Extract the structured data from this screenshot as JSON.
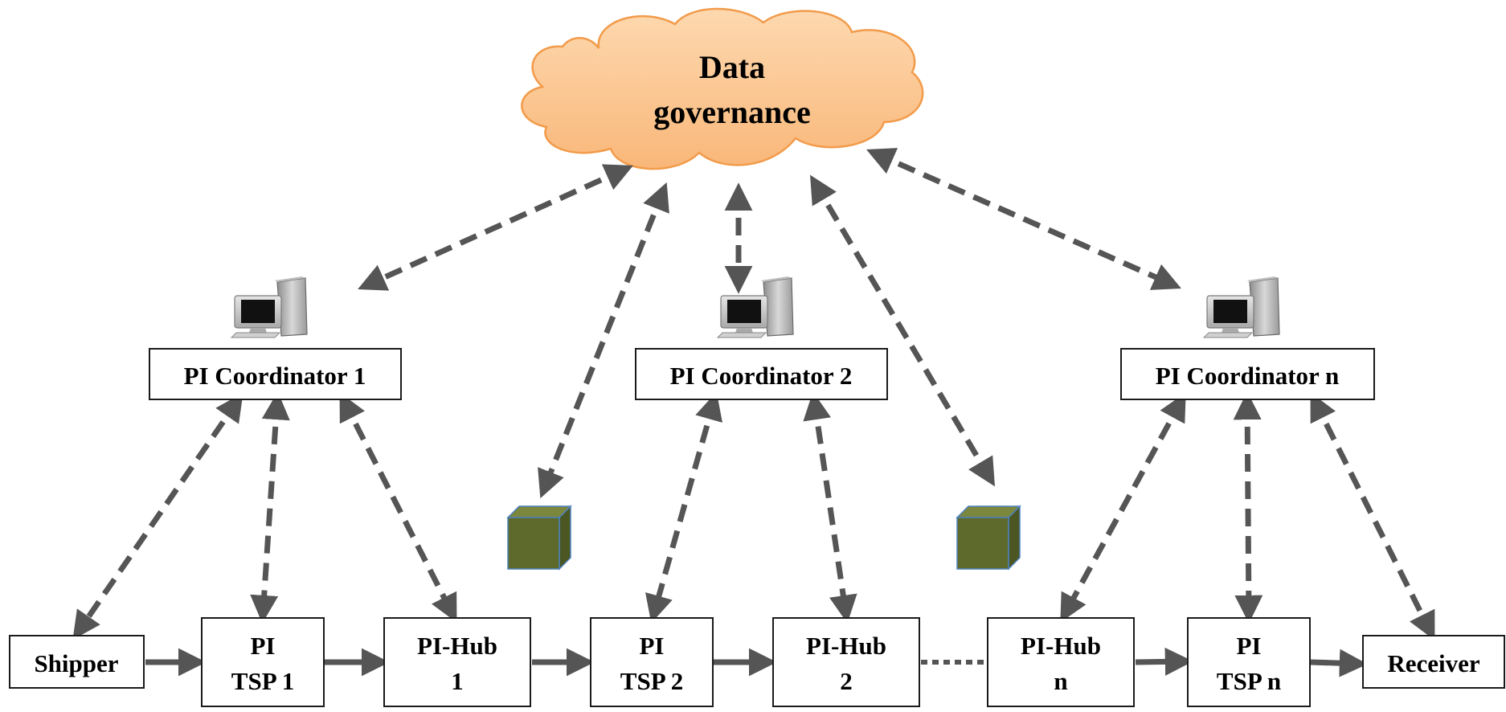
{
  "cloud": {
    "line1": "Data",
    "line2": "governance"
  },
  "coordinators": [
    {
      "label": "PI Coordinator 1"
    },
    {
      "label": "PI Coordinator 2"
    },
    {
      "label": "PI Coordinator n"
    }
  ],
  "chain": {
    "shipper": "Shipper",
    "tsp1": {
      "line1": "PI",
      "line2": "TSP 1"
    },
    "hub1": {
      "line1": "PI-Hub",
      "line2": "1"
    },
    "tsp2": {
      "line1": "PI",
      "line2": "TSP 2"
    },
    "hub2": {
      "line1": "PI-Hub",
      "line2": "2"
    },
    "hubn": {
      "line1": "PI-Hub",
      "line2": "n"
    },
    "tspn": {
      "line1": "PI",
      "line2": "TSP n"
    },
    "receiver": "Receiver"
  },
  "colors": {
    "cloud_fill": "#fbc58f",
    "cloud_stroke": "#f29b4a",
    "arrow": "#555555",
    "package_fill": "#5e6a2b",
    "package_stroke": "#4f81bd"
  },
  "icons": [
    "computer-icon",
    "package-icon",
    "cloud-shape"
  ]
}
